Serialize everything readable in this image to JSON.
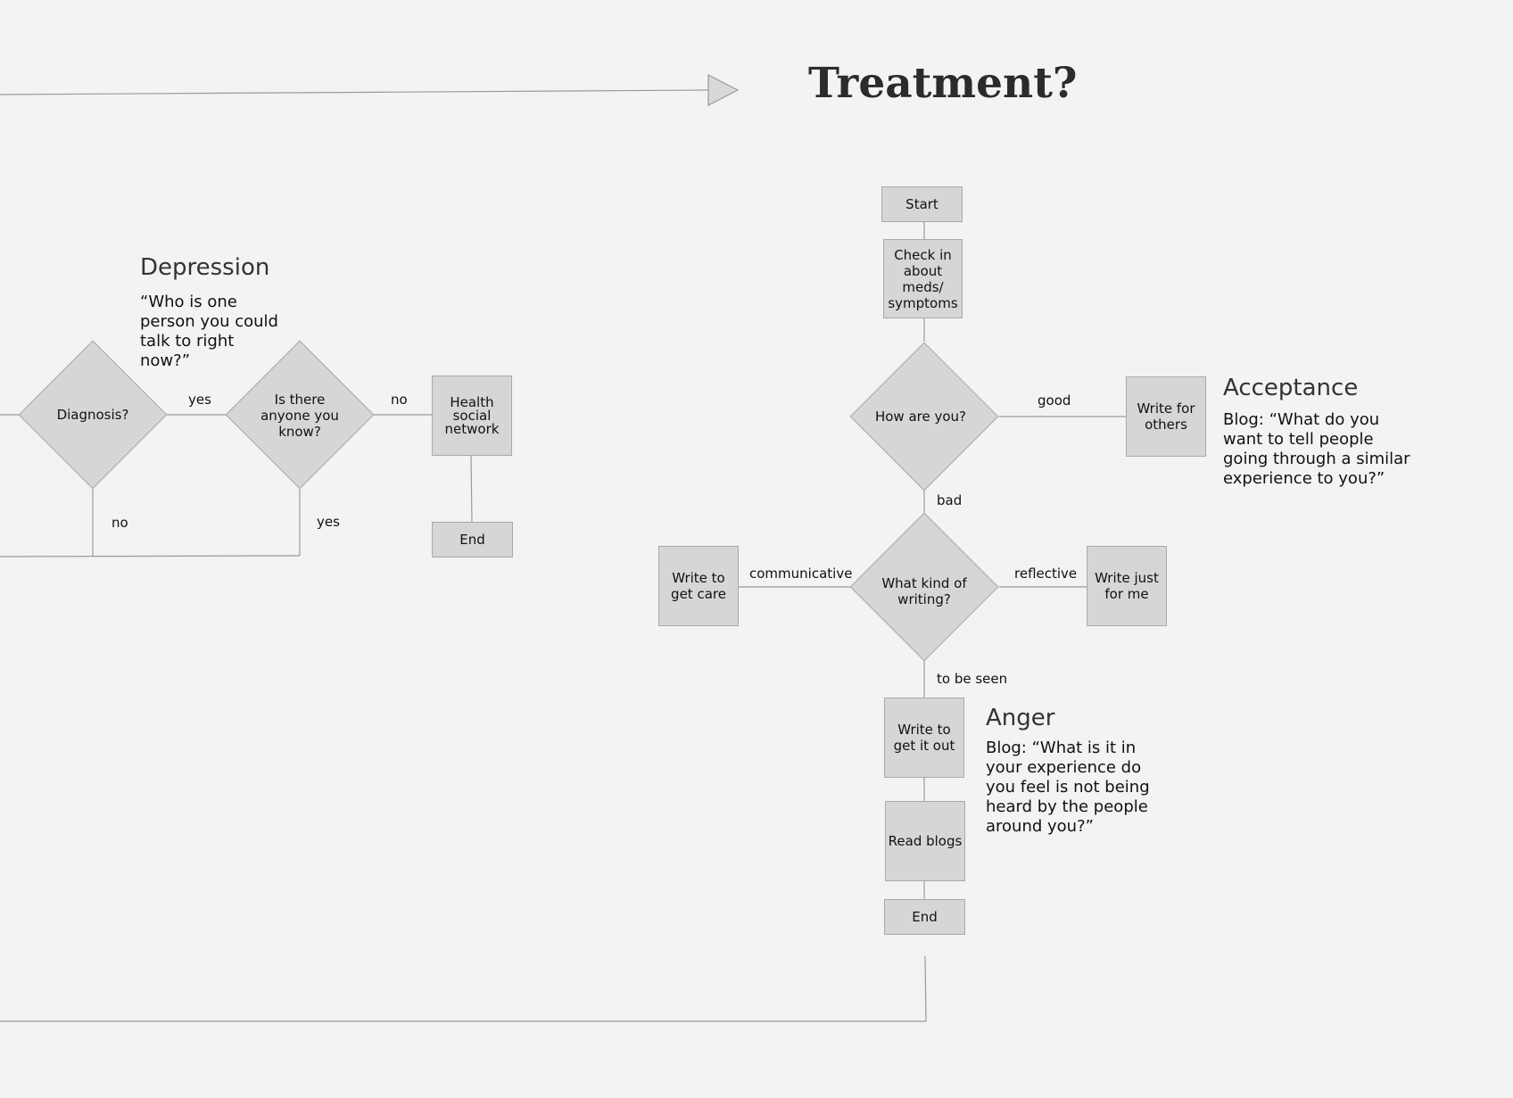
{
  "title": "Treatment?",
  "notes": {
    "depression": {
      "title": "Depression",
      "body": "“Who is one person you could talk to right now?”"
    },
    "acceptance": {
      "title": "Acceptance",
      "body": "Blog: “What do you want to tell people going through a similar experience to you?”"
    },
    "anger": {
      "title": "Anger",
      "body": "Blog: “What is it in your experience do you feel is not being heard by the people around you?”"
    }
  },
  "nodes": {
    "diagnosis": "Diagnosis?",
    "anyone_you_know": "Is there anyone you know?",
    "health_social_network": "Health social network",
    "end_left": "End",
    "start": "Start",
    "check_in": "Check in about meds/ symptoms",
    "how_are_you": "How are you?",
    "write_for_others": "Write for others",
    "what_kind_writing": "What kind of writing?",
    "write_get_care": "Write to get care",
    "write_just_for_me": "Write just for me",
    "write_get_it_out": "Write to get it out",
    "read_blogs": "Read blogs",
    "end_right": "End"
  },
  "edge_labels": {
    "yes_1": "yes",
    "no_1": "no",
    "no_2": "no",
    "yes_2": "yes",
    "good": "good",
    "bad": "bad",
    "communicative": "communicative",
    "reflective": "reflective",
    "to_be_seen": "to be seen"
  },
  "colors": {
    "background": "#f3f3f3",
    "node_fill": "#d6d6d6",
    "node_border": "#a9a9a9",
    "line": "#9a9a9a"
  }
}
